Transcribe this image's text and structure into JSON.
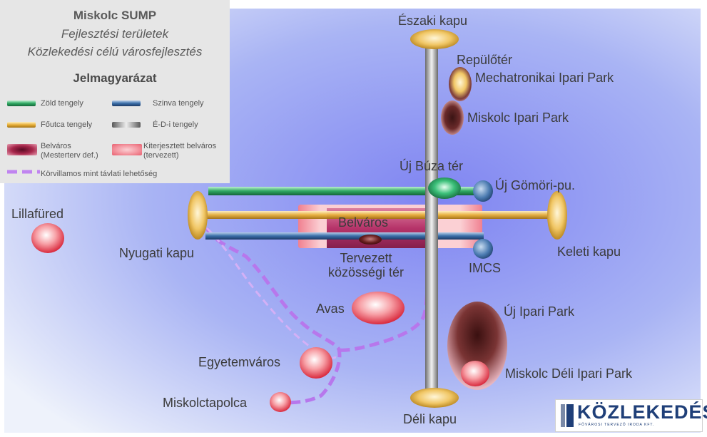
{
  "legend": {
    "title": "Miskolc SUMP",
    "subtitle1": "Fejlesztési területek",
    "subtitle2": "Közlekedési célú városfejlesztés",
    "heading": "Jelmagyarázat",
    "items": [
      {
        "label": "Zöld tengely",
        "color": "#2fa862"
      },
      {
        "label": "Szinva tengely",
        "color": "#3a6ea8"
      },
      {
        "label": "Főutca tengely",
        "color": "#e8b03a"
      },
      {
        "label": "É-D-i tengely",
        "color": "#8a8a8a"
      },
      {
        "label": "Belváros\n(Mesterterv def.)",
        "color": "#8a1a3a"
      },
      {
        "label": "Kiterjesztett belváros\n(tervezett)",
        "color": "#f4a0a0"
      },
      {
        "label": "Körvillamos mint távlati lehetőség",
        "color": "#c084f0"
      }
    ]
  },
  "places": {
    "eszaki_kapu": "Északi kapu",
    "repuloter": "Repülőtér",
    "mechatronikai": "Mechatronikai Ipari Park",
    "miskolc_ipari": "Miskolc Ipari Park",
    "uj_buza": "Új Búza tér",
    "uj_gomori": "Új Gömöri-pu.",
    "lillafured": "Lillafüred",
    "nyugati_kapu": "Nyugati kapu",
    "belvaros": "Belváros",
    "tervezett": "Tervezett\nközösségi tér",
    "imcs": "IMCS",
    "keleti_kapu": "Keleti kapu",
    "avas": "Avas",
    "uj_ipari": "Új Ipari Park",
    "egyetemvaros": "Egyetemváros",
    "deli_ipari": "Miskolc Déli Ipari Park",
    "miskolctapolca": "Miskolctapolca",
    "deli_kapu": "Déli kapu"
  },
  "logo": {
    "word": "KÖZLEKEDÉS",
    "sub": "FŐVÁROSI TERVEZŐ IRODA KFT."
  }
}
